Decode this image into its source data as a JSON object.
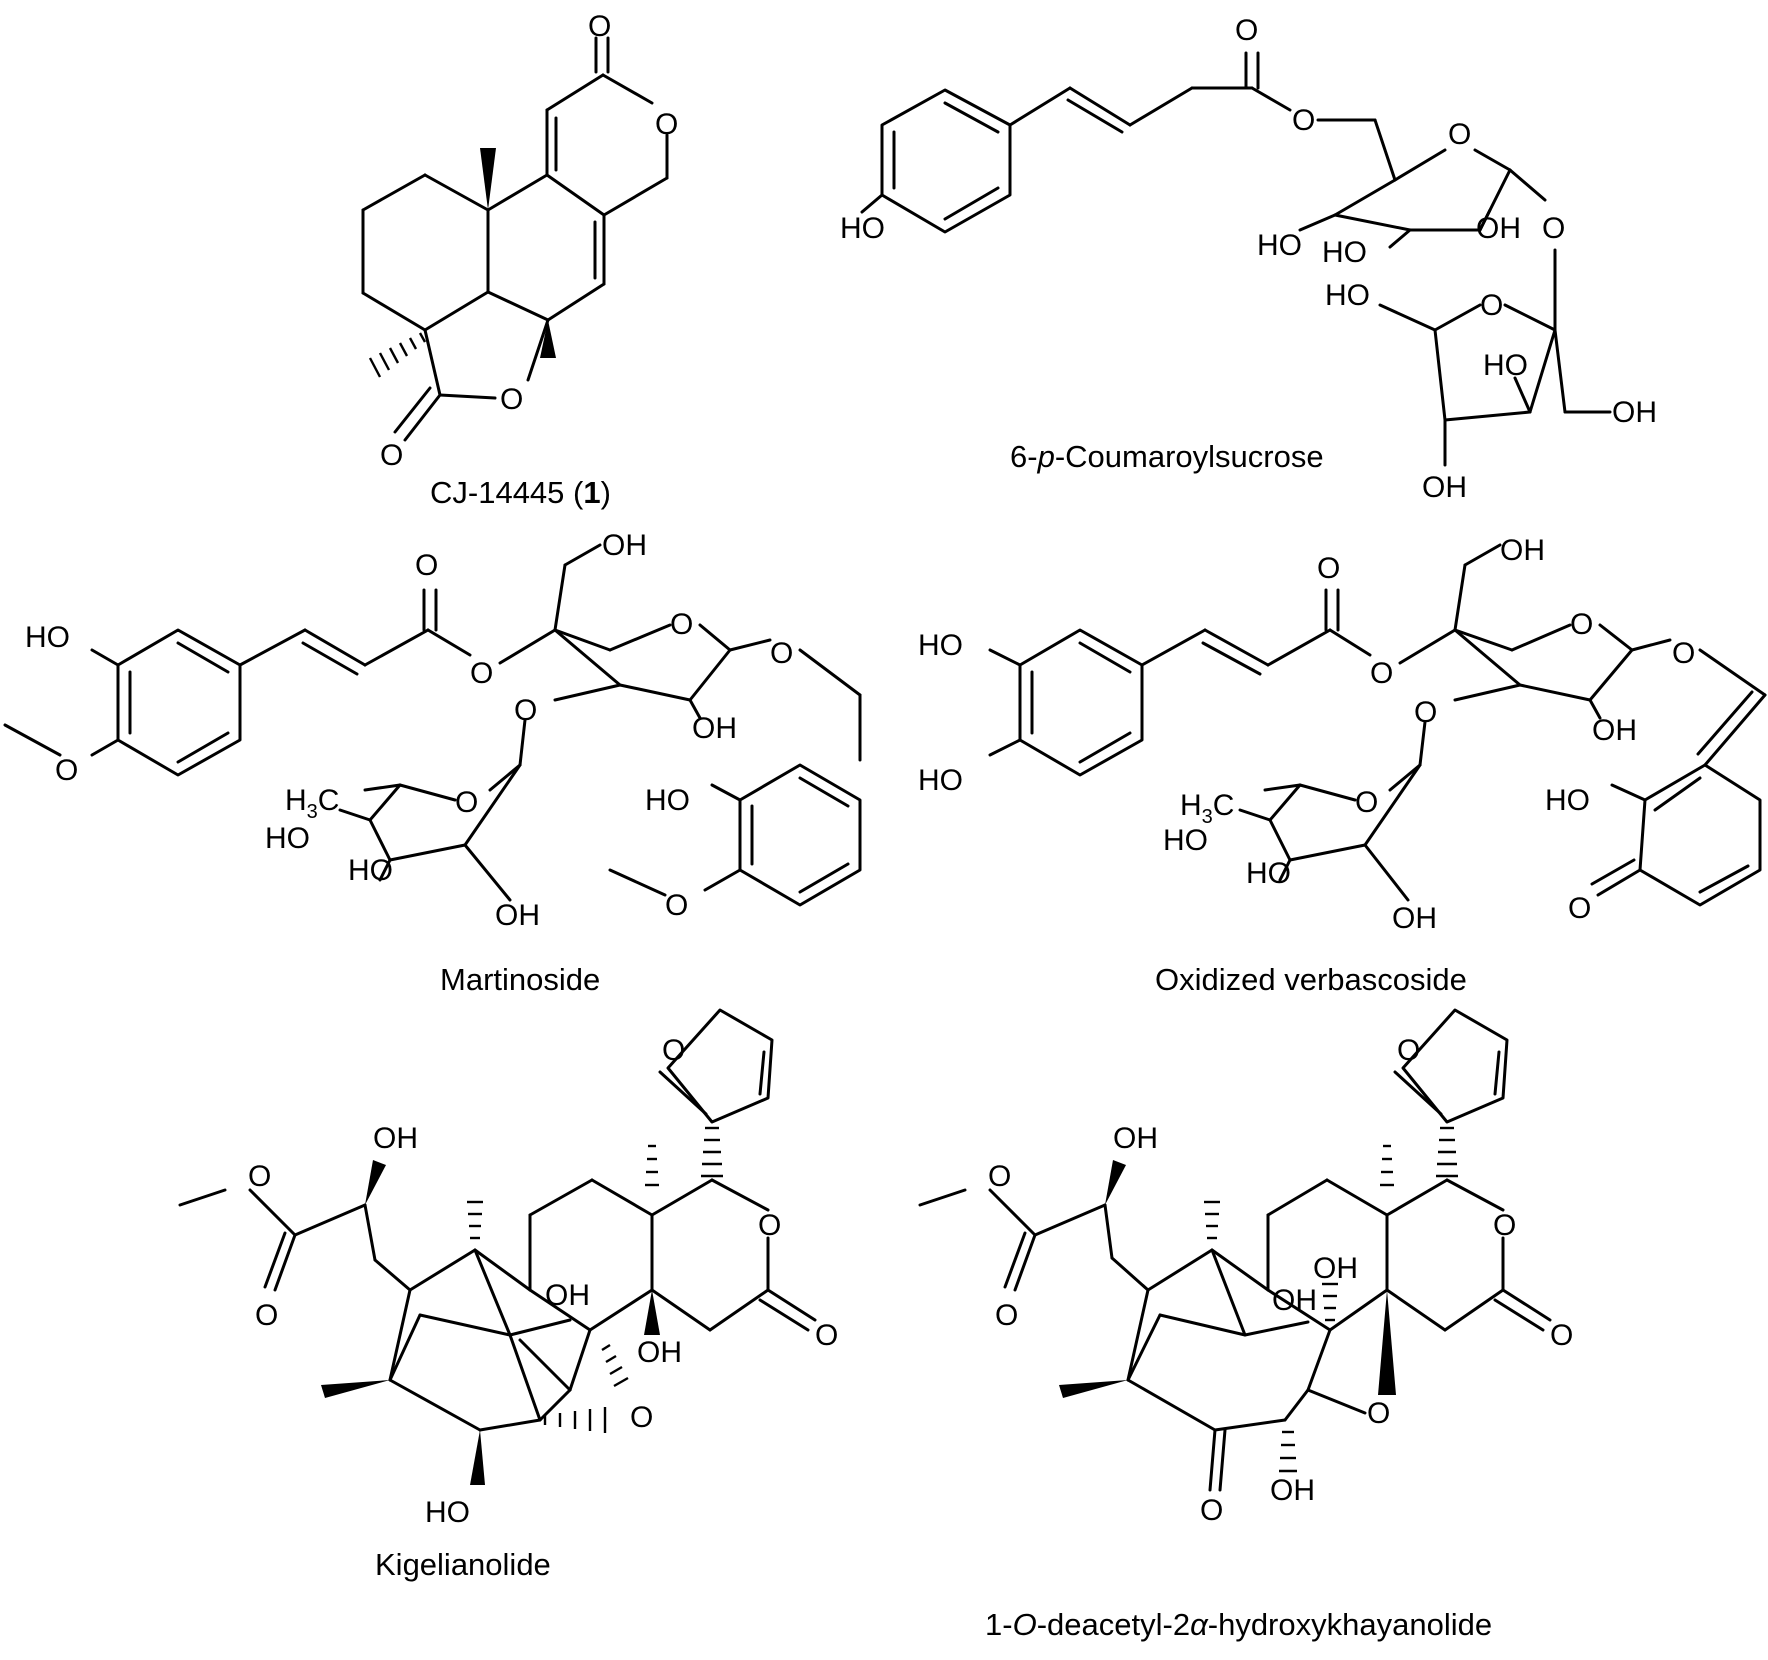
{
  "molecules": [
    {
      "name": "CJ-14445 (",
      "number": "1",
      "suffix": ")"
    },
    {
      "name": "6-",
      "italic": "p",
      "rest": "-Coumaroylsucrose"
    },
    {
      "name": "Martinoside"
    },
    {
      "name": "Oxidized verbascoside"
    },
    {
      "name": "Kigelianolide"
    },
    {
      "prefix": "1-",
      "italic": "O",
      "mid": "-deacetyl-2",
      "greek": "α",
      "rest": "-hydroxykhayanolide"
    }
  ],
  "atoms": {
    "O": "O",
    "OH": "OH",
    "HO": "HO",
    "C": "C",
    "H": "H",
    "3": "3"
  }
}
